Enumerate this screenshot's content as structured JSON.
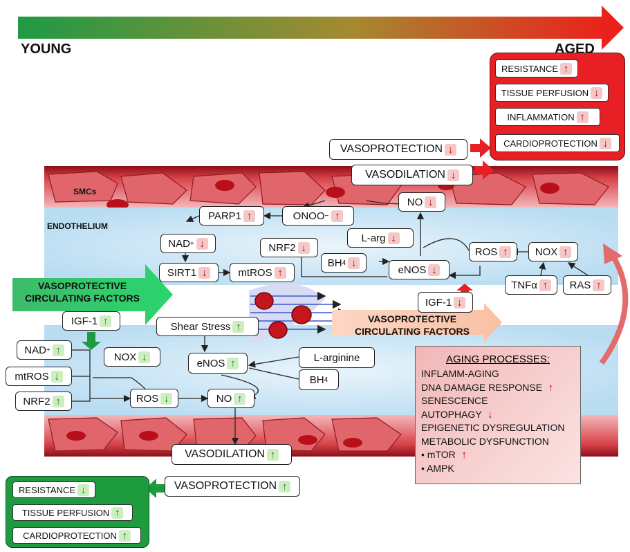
{
  "labels": {
    "young": "YOUNG",
    "aged": "AGED",
    "smcs": "SMCs",
    "endothelium": "ENDOTHELIUM",
    "vasoprotective_left": "VASOPROTECTIVE CIRCULATING FACTORS",
    "vasoprotective_right": "VASOPROTECTIVE CIRCULATING FACTORS"
  },
  "aged_outcomes": [
    {
      "label": "RESISTANCE",
      "arrow": "↑"
    },
    {
      "label": "TISSUE PERFUSION",
      "arrow": "↓"
    },
    {
      "label": "INFLAMMATION",
      "arrow": "↑"
    },
    {
      "label": "CARDIOPROTECTION",
      "arrow": "↓"
    }
  ],
  "young_outcomes": [
    {
      "label": "RESISTANCE",
      "arrow": "↓"
    },
    {
      "label": "TISSUE PERFUSION",
      "arrow": "↑"
    },
    {
      "label": "CARDIOPROTECTION",
      "arrow": "↑"
    }
  ],
  "aged_nodes": {
    "vasoprotection": {
      "label": "VASOPROTECTION",
      "arrow": "↓"
    },
    "vasodilation": {
      "label": "VASODILATION",
      "arrow": "↓"
    },
    "no": {
      "label": "NO",
      "arrow": "↓"
    },
    "parp1": {
      "label": "PARP1",
      "arrow": "↑"
    },
    "onoo": {
      "label": "ONOO",
      "sup": "−",
      "arrow": "↑"
    },
    "nad": {
      "label": "NAD",
      "sup": "+",
      "arrow": "↓"
    },
    "sirt1": {
      "label": "SIRT1",
      "arrow": "↓"
    },
    "mtros": {
      "label": "mtROS",
      "arrow": "↑"
    },
    "nrf2": {
      "label": "NRF2",
      "arrow": "↓"
    },
    "larg": {
      "label": "L-arg",
      "arrow": "↓"
    },
    "bh4": {
      "label": "BH",
      "sub": "4",
      "arrow": "↓"
    },
    "enos": {
      "label": "eNOS",
      "arrow": "↓"
    },
    "ros": {
      "label": "ROS",
      "arrow": "↑"
    },
    "nox": {
      "label": "NOX",
      "arrow": "↑"
    },
    "tnfa": {
      "label": "TNFα",
      "arrow": "↑"
    },
    "ras": {
      "label": "RAS",
      "arrow": "↑"
    },
    "igf1": {
      "label": "IGF-1",
      "arrow": "↓"
    }
  },
  "young_nodes": {
    "igf1": {
      "label": "IGF-1",
      "arrow": "↑"
    },
    "shear": {
      "label": "Shear Stress",
      "arrow": "↑"
    },
    "nad": {
      "label": "NAD",
      "sup": "+",
      "arrow": "↑"
    },
    "nox": {
      "label": "NOX",
      "arrow": "↓"
    },
    "enos": {
      "label": "eNOS",
      "arrow": "↑"
    },
    "larginine": {
      "label": "L-arginine"
    },
    "mtros": {
      "label": "mtROS",
      "arrow": "↓"
    },
    "bh4": {
      "label": "BH",
      "sub": "4"
    },
    "nrf2": {
      "label": "NRF2",
      "arrow": "↑"
    },
    "ros": {
      "label": "ROS",
      "arrow": "↓"
    },
    "no": {
      "label": "NO",
      "arrow": "↑"
    },
    "vasodilation": {
      "label": "VASODILATION",
      "arrow": "↑"
    },
    "vasoprotection": {
      "label": "VASOPROTECTION",
      "arrow": "↑"
    }
  },
  "aging_processes": {
    "title": "AGING PROCESSES:",
    "items": [
      {
        "text": "INFLAMM-AGING",
        "arrow": ""
      },
      {
        "text": "DNA DAMAGE RESPONSE",
        "arrow": "↑"
      },
      {
        "text": "SENESCENCE",
        "arrow": ""
      },
      {
        "text": "AUTOPHAGY",
        "arrow": "↓"
      },
      {
        "text": "EPIGENETIC DYSREGULATION",
        "arrow": ""
      },
      {
        "text": "METABOLIC DYSFUNCTION",
        "arrow": ""
      },
      {
        "text": "• mTOR",
        "arrow": "↑"
      },
      {
        "text": "• AMPK",
        "arrow": ""
      }
    ]
  },
  "colors": {
    "young": "#1e9b3f",
    "aged": "#e82026",
    "vessel": "#c8323a",
    "endothelium": "#cfe6f5"
  }
}
